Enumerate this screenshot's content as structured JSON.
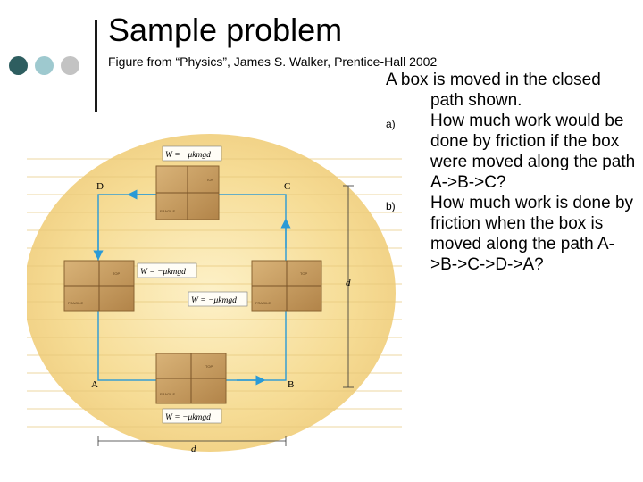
{
  "slide": {
    "title": "Sample problem",
    "subtitle": "Figure from “Physics”, James S. Walker, Prentice-Hall 2002"
  },
  "decor": {
    "dot_colors": [
      "#2e5e60",
      "#9ec9cf",
      "#c3c3c3"
    ]
  },
  "figure": {
    "corners": {
      "a": "A",
      "b": "B",
      "c": "C",
      "d": "D"
    },
    "work_formula": "W = −μkmgd",
    "distance_label": "d",
    "box_labels": {
      "top": "TOP",
      "fragile": "FRAGILE"
    },
    "colors": {
      "path": "#2a9ad6",
      "wood": "#c9a063"
    }
  },
  "problem": {
    "intro": "A box is moved in the closed path shown.",
    "questions": [
      {
        "label": "a)",
        "text": "How much work would be done by friction if the box were moved along the path A->B->C?"
      },
      {
        "label": "b)",
        "text": "How much work is done by friction when the box is moved along the path A->B->C->D->A?"
      }
    ]
  }
}
